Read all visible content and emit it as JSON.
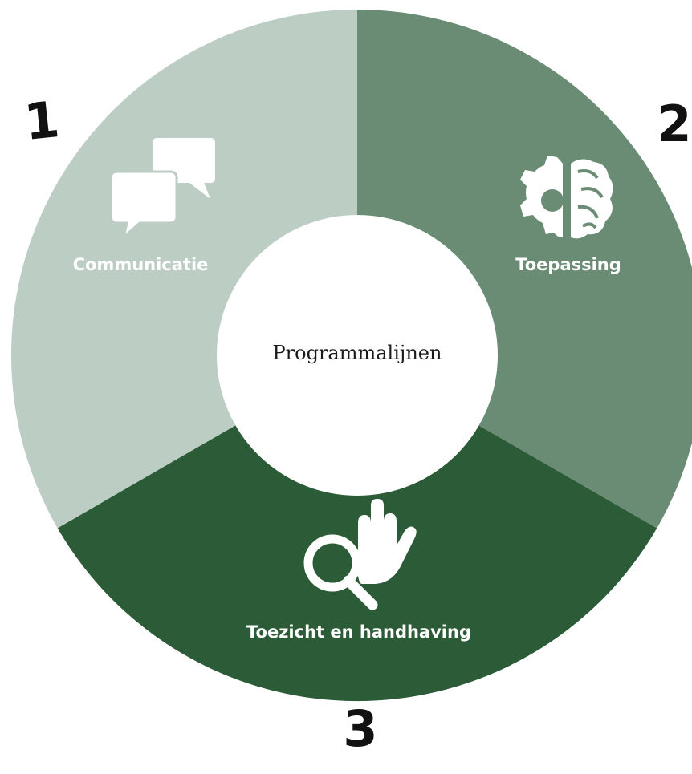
{
  "diagram": {
    "center": {
      "label": "Programmalijnen",
      "color": "#ffffff"
    },
    "segments": [
      {
        "number": "1",
        "label": "Communicatie",
        "color": "#bccdc4",
        "icon": "speech-bubbles-icon"
      },
      {
        "number": "2",
        "label": "Toepassing",
        "color": "#6a8c74",
        "icon": "gear-brain-icon"
      },
      {
        "number": "3",
        "label": "Toezicht en handhaving",
        "color": "#2b5b37",
        "icon": "magnifier-hand-icon"
      }
    ]
  }
}
